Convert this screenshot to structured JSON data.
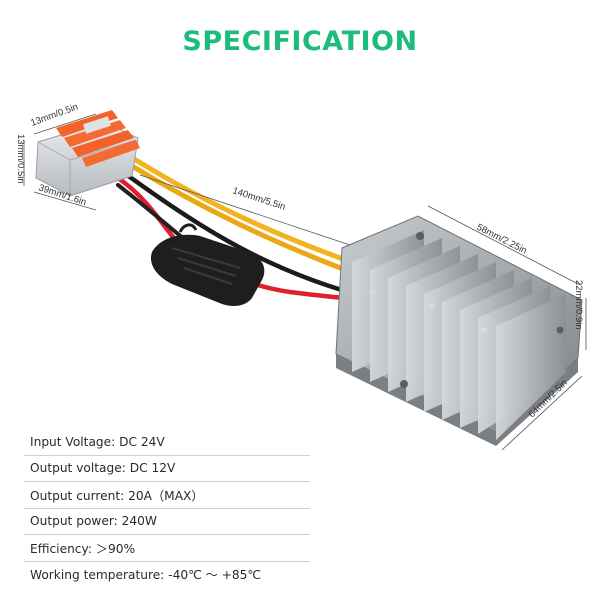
{
  "title": "SPECIFICATION",
  "dimensions": {
    "connector_width": "13mm/0.5in",
    "connector_height": "13mm/0.5in",
    "connector_length": "39mm/1.6in",
    "cable_length": "140mm/5.5in",
    "module_width": "58mm/2.25in",
    "module_height": "22mm/0.9in",
    "module_length": "64mm/2.5in"
  },
  "specs": [
    "Input Voltage: DC 24V",
    "Output voltage: DC 12V",
    "Output current: 20A（MAX）",
    "Output power: 240W",
    "Efficiency: ＞90%",
    "Working temperature: -40℃ ～ +85℃"
  ],
  "colors": {
    "title": "#1dbb7d",
    "wire_yellow": "#f2b31f",
    "wire_red": "#e01f2d",
    "wire_black": "#1b1b1b",
    "lever_orange": "#f4622a",
    "module_gray": "#9a9ea3"
  }
}
